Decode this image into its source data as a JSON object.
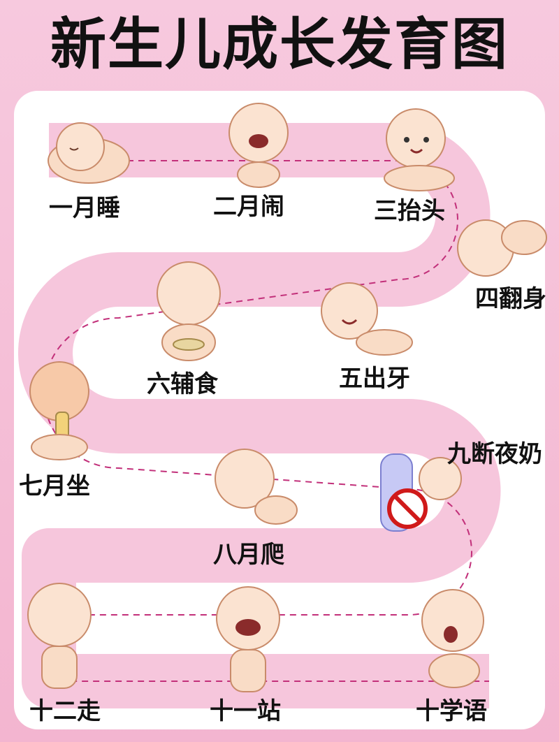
{
  "title": "新生儿成长发育图",
  "stages": [
    {
      "label": "一月睡"
    },
    {
      "label": "二月闹"
    },
    {
      "label": "三抬头"
    },
    {
      "label": "四翻身"
    },
    {
      "label": "五出牙"
    },
    {
      "label": "六辅食"
    },
    {
      "label": "七月坐"
    },
    {
      "label": "八月爬"
    },
    {
      "label": "九断夜奶"
    },
    {
      "label": "十学语"
    },
    {
      "label": "十一站"
    },
    {
      "label": "十二走"
    }
  ],
  "colors": {
    "road": "#f6c6dc",
    "road_edge": "#ebb0cb",
    "dash": "#c2307a",
    "skin": "#f9dcc6"
  }
}
